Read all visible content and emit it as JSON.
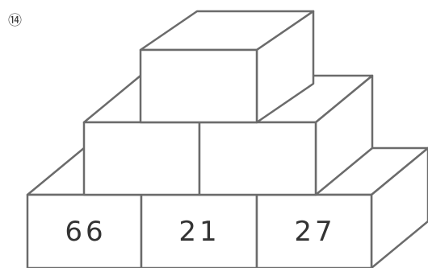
{
  "problem": {
    "number_badge": "⑭"
  },
  "pyramid": {
    "top_row": [
      ""
    ],
    "middle_row": [
      "",
      ""
    ],
    "bottom_row": [
      "66",
      "21",
      "27"
    ]
  }
}
